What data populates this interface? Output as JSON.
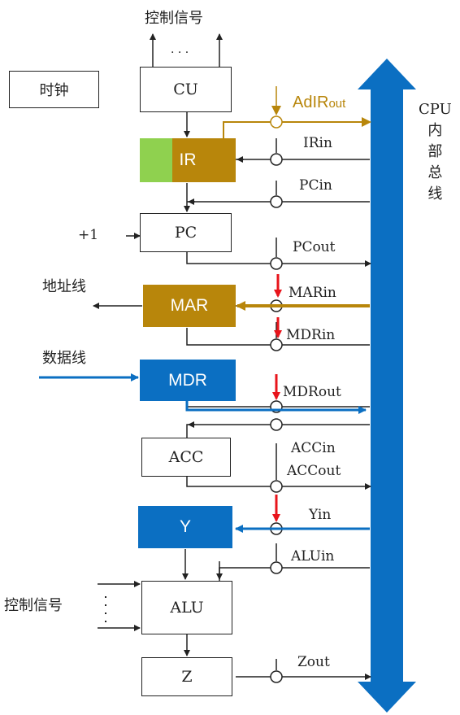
{
  "top_signal": "控制信号",
  "top_dots": "· · ·",
  "clock": "时钟",
  "bus_label": "CPU\n内\n部\n总\n线",
  "plus_one": "+1",
  "address_line": "地址线",
  "data_line": "数据线",
  "left_signal": "控制信号",
  "colors": {
    "gold": "#b8860b",
    "blue": "#0b6fc2",
    "green": "#8fd14f",
    "red": "#e8141b",
    "bus": "#0b6fc2"
  },
  "registers": {
    "cu": "CU",
    "ir": "IR",
    "pc": "PC",
    "mar": "MAR",
    "mdr": "MDR",
    "acc": "ACC",
    "y": "Y",
    "alu": "ALU",
    "z": "Z"
  },
  "signals": {
    "adir_main": "AdIR",
    "adir_sub": "out",
    "irin": "IRin",
    "pcin": "PCin",
    "pcout": "PCout",
    "marin": "MARin",
    "mdrin": "MDRin",
    "mdrout": "MDRout",
    "accin": "ACCin",
    "accout": "ACCout",
    "yin": "Yin",
    "aluin": "ALUin",
    "zout": "Zout"
  }
}
